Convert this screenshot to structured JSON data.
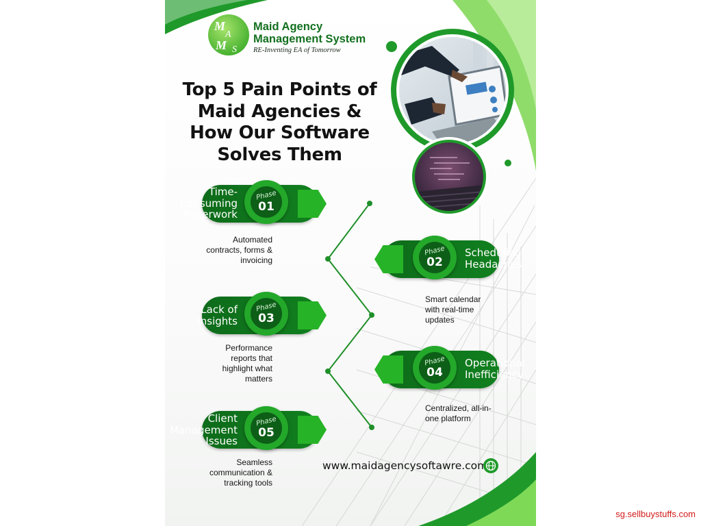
{
  "brand": {
    "logo_letters": "MAMS",
    "name_line1": "Maid Agency",
    "name_line2": "Management System",
    "tagline": "RE-Inventing EA of Tomorrow"
  },
  "title": {
    "line1": "Top 5 Pain Points of",
    "line2": "Maid Agencies &",
    "line3": "How Our Software",
    "line4": "Solves Them"
  },
  "phases": [
    {
      "phase_label": "Phase",
      "number": "01",
      "title_lines": [
        "Time-",
        "Consuming",
        "Paperwork"
      ],
      "desc_lines": [
        "Automated",
        "contracts, forms &",
        "invoicing"
      ]
    },
    {
      "phase_label": "Phase",
      "number": "02",
      "title_lines": [
        "Scheduling",
        "Headaches"
      ],
      "desc_lines": [
        "Smart calendar",
        "with real-time",
        "updates"
      ]
    },
    {
      "phase_label": "Phase",
      "number": "03",
      "title_lines": [
        "Lack of",
        "Insights"
      ],
      "desc_lines": [
        "Performance",
        "reports that",
        "highlight what",
        "matters"
      ]
    },
    {
      "phase_label": "Phase",
      "number": "04",
      "title_lines": [
        "Operational",
        "Inefficiency"
      ],
      "desc_lines": [
        "Centralized, all-in-",
        "one platform"
      ]
    },
    {
      "phase_label": "Phase",
      "number": "05",
      "title_lines": [
        "Client",
        "Management",
        "Issues"
      ],
      "desc_lines": [
        "Seamless",
        "communication &",
        "tracking tools"
      ]
    }
  ],
  "website": "www.maidagencysoftawre.com",
  "watermark": "sg.sellbuystuffs.com",
  "colors": {
    "dark_green": "#0e6b1a",
    "accent_green": "#23a82a",
    "light_green": "#7ed957"
  },
  "icons": {
    "globe": "globe-icon"
  }
}
